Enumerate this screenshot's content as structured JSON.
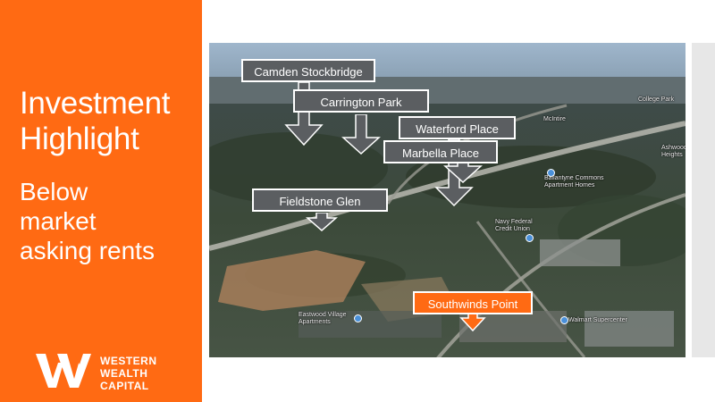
{
  "sidebar": {
    "title_line1": "Investment",
    "title_line2": "Highlight",
    "subtitle_line1": "Below",
    "subtitle_line2": "market",
    "subtitle_line3": "asking rents",
    "logo_line1": "WESTERN",
    "logo_line2": "WEALTH",
    "logo_line3": "CAPITAL",
    "color": "#ff6a13"
  },
  "map": {
    "labels": {
      "camden": "Camden Stockbridge",
      "carrington": "Carrington Park",
      "waterford": "Waterford Place",
      "marbella": "Marbella Place",
      "fieldstone": "Fieldstone Glen",
      "southwinds": "Southwinds Point"
    },
    "places": {
      "ballantyne_1": "Ballantyne Commons",
      "ballantyne_2": "Apartment Homes",
      "navy_1": "Navy Federal",
      "navy_2": "Credit Union",
      "eastwood_1": "Eastwood Village",
      "eastwood_2": "Apartments",
      "walmart": "Walmart Supercenter",
      "college_park": "College Park",
      "mctiere": "McIntire",
      "ashwood_1": "Ashwood",
      "ashwood_2": "Heights"
    },
    "label_color": "#5b5e61",
    "highlight_color": "#ff6a13"
  }
}
